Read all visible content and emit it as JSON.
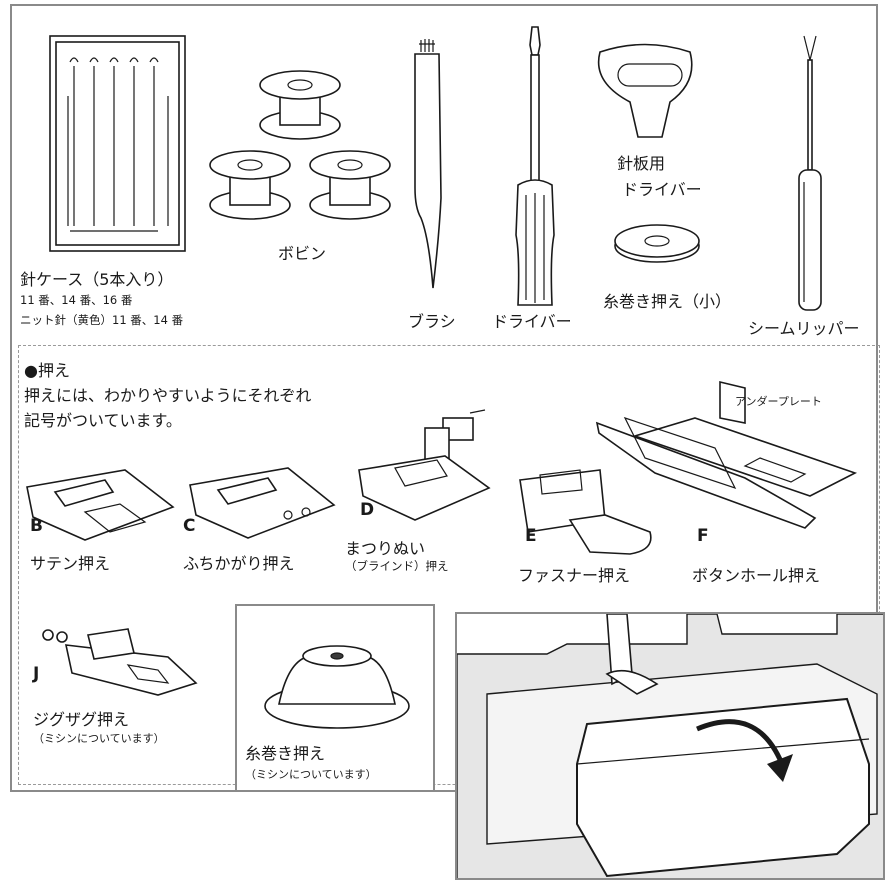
{
  "accessories": {
    "needle_case": {
      "title": "針ケース（5本入り）",
      "line1": "11 番、14 番、16 番",
      "line2": "ニット針（黄色）11 番、14 番"
    },
    "bobbin": "ボビン",
    "brush": "ブラシ",
    "screwdriver": "ドライバー",
    "plate_driver_line1": "針板用",
    "plate_driver_line2": "ドライバー",
    "spool_cap_small": "糸巻き押え（小）",
    "seam_ripper": "シームリッパー"
  },
  "feet": {
    "heading": "●押え",
    "desc_line1": "押えには、わかりやすいようにそれぞれ",
    "desc_line2": "記号がついています。",
    "b": {
      "letter": "B",
      "name": "サテン押え"
    },
    "c": {
      "letter": "C",
      "name": "ふちかがり押え"
    },
    "d": {
      "letter": "D",
      "name": "まつりぬい",
      "note": "（ブラインド）押え"
    },
    "e": {
      "letter": "E",
      "name": "ファスナー押え"
    },
    "f": {
      "letter": "F",
      "name": "ボタンホール押え",
      "underplate": "アンダープレート"
    },
    "j": {
      "letter": "J",
      "name": "ジグザグ押え",
      "note": "（ミシンについています）"
    }
  },
  "spool_cap": {
    "name": "糸巻き押え",
    "note": "（ミシンについています）"
  }
}
